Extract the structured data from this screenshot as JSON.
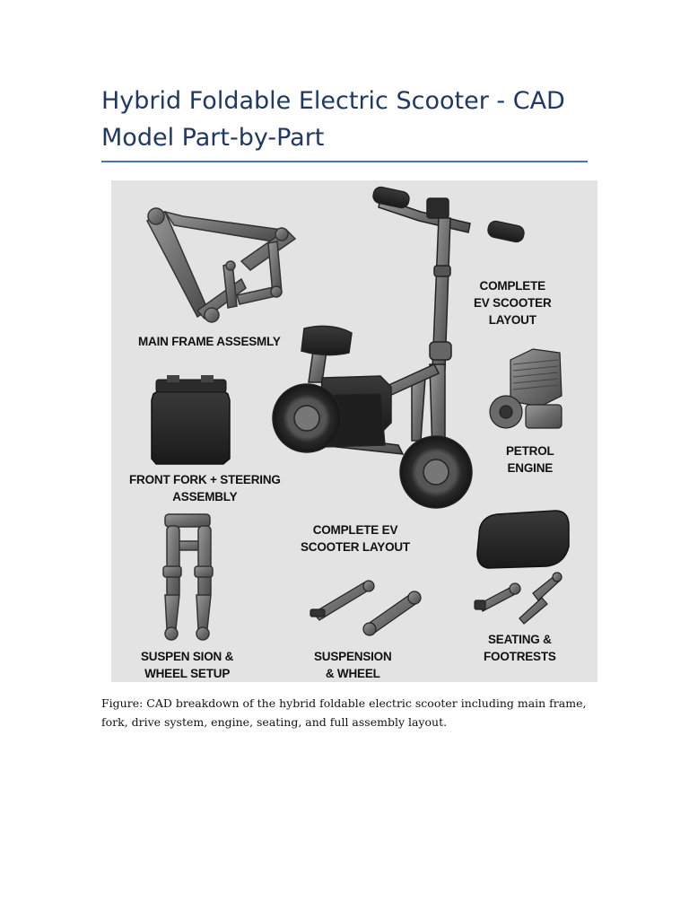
{
  "document": {
    "title": "Hybrid Foldable Electric Scooter - CAD Model Part-by-Part",
    "caption": "Figure: CAD breakdown of the hybrid foldable electric scooter including main frame, fork, drive system, engine, seating, and full assembly layout."
  },
  "figure": {
    "labels": {
      "main_frame": "MAIN FRAME ASSESMLY",
      "front_fork_line1": "FRONT FORK + STEERING",
      "front_fork_line2": "ASSEMBLY",
      "complete_layout_top_line1": "COMPLETE",
      "complete_layout_top_line2": "EV SCOOTER",
      "complete_layout_top_line3": "LAYOUT",
      "petrol_engine_line1": "PETROL",
      "petrol_engine_line2": "ENGINE",
      "complete_layout_mid_line1": "COMPLETE EV",
      "complete_layout_mid_line2": "SCOOTER LAYOUT",
      "suspension_left_line1": "SUSPEN SION &",
      "suspension_left_line2": "WHEEL SETUP",
      "suspension_mid_line1": "SUSPENSION",
      "suspension_mid_line2": "& WHEEL",
      "seating_line1": "SEATING &",
      "seating_line2": "FOOTRESTS"
    }
  }
}
